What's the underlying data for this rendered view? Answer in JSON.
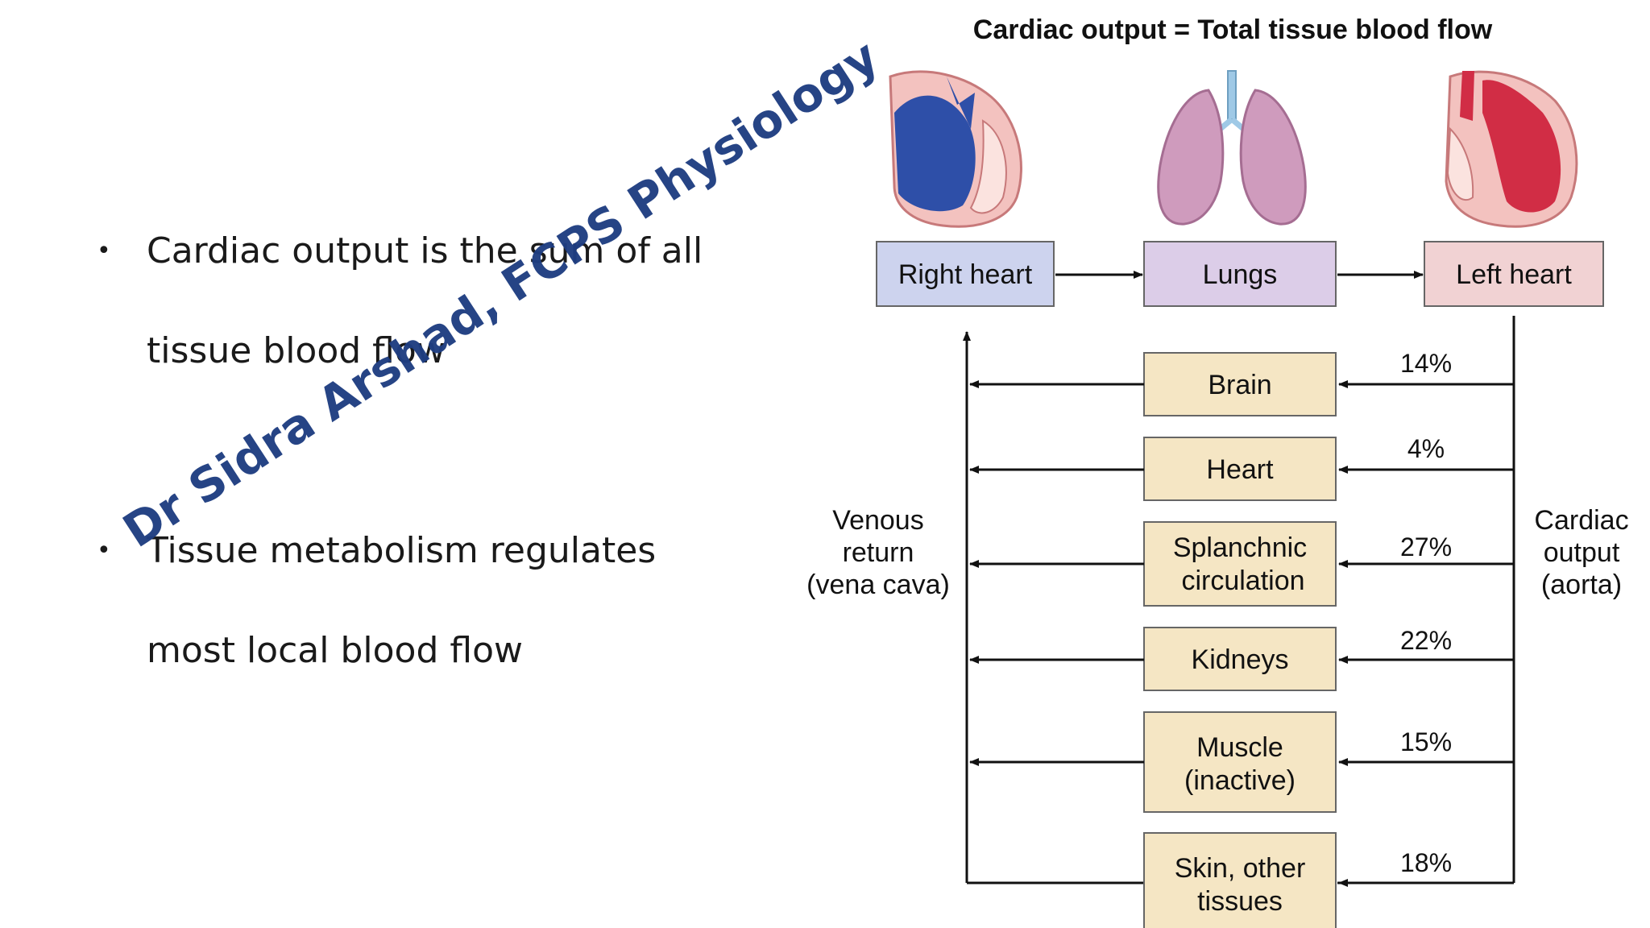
{
  "bullets": [
    {
      "line1": "Cardiac output is the sum of all",
      "line2": "tissue blood flow"
    },
    {
      "line1": "Tissue metabolism regulates",
      "line2": "most local blood flow"
    }
  ],
  "watermark": "Dr Sidra Arshad, FCPS Physiology",
  "diagram": {
    "title": "Cardiac output = Total tissue blood flow",
    "top_nodes": {
      "right_heart": "Right heart",
      "lungs": "Lungs",
      "left_heart": "Left heart"
    },
    "organs": [
      {
        "line1": "Brain",
        "line2": "",
        "percent": "14%"
      },
      {
        "line1": "Heart",
        "line2": "",
        "percent": "4%"
      },
      {
        "line1": "Splanchnic",
        "line2": "circulation",
        "percent": "27%"
      },
      {
        "line1": "Kidneys",
        "line2": "",
        "percent": "22%"
      },
      {
        "line1": "Muscle",
        "line2": "(inactive)",
        "percent": "15%"
      },
      {
        "line1": "Skin, other",
        "line2": "tissues",
        "percent": "18%"
      }
    ],
    "venous_label": [
      "Venous",
      "return",
      "(vena cava)"
    ],
    "cardiac_label": [
      "Cardiac",
      "output",
      "(aorta)"
    ]
  },
  "colors": {
    "right_heart_box": "#cdd3ee",
    "lungs_box": "#dccde8",
    "left_heart_box": "#f1d2d3",
    "organ_box": "#f5e6c4",
    "watermark": "#1f3e82"
  }
}
